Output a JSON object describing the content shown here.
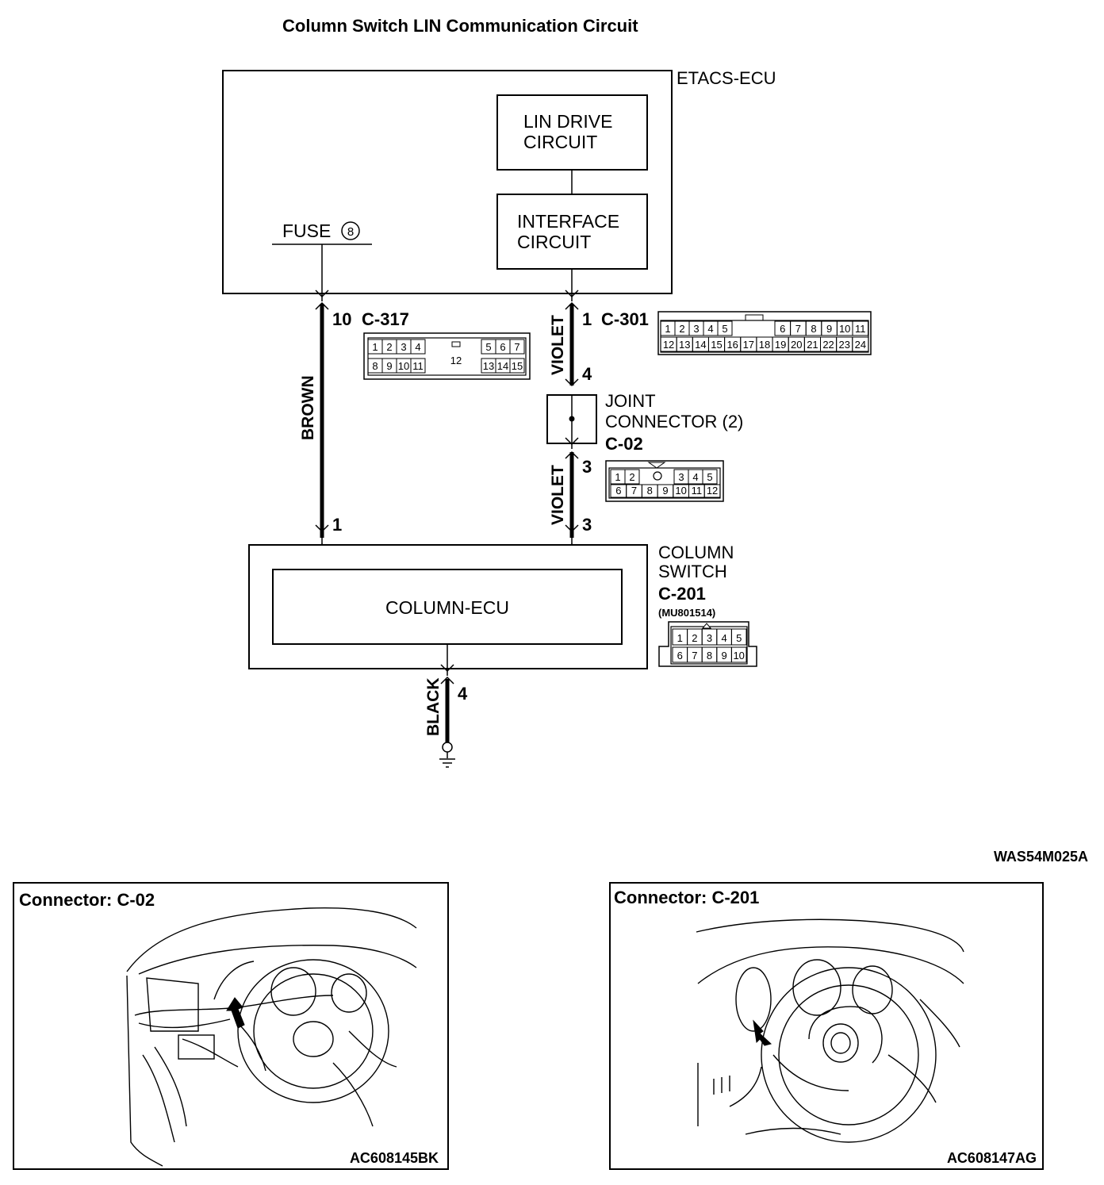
{
  "title": "Column Switch LIN Communication Circuit",
  "ecu": {
    "name": "ETACS-ECU",
    "lin_drive": [
      "LIN DRIVE",
      "CIRCUIT"
    ],
    "interface": [
      "INTERFACE",
      "CIRCUIT"
    ],
    "fuse_label": "FUSE",
    "fuse_number": "8"
  },
  "wires": {
    "brown": "BROWN",
    "violet_upper": "VIOLET",
    "violet_lower": "VIOLET",
    "black": "BLACK"
  },
  "pins": {
    "c317_pin": "10",
    "c301_pin": "1",
    "joint_in": "4",
    "joint_out": "3",
    "switch_violet": "3",
    "switch_brown": "1",
    "ground": "4"
  },
  "connectors": {
    "c317": {
      "id": "C-317",
      "top_left": [
        "1",
        "2",
        "3",
        "4"
      ],
      "top_right": [
        "5",
        "6",
        "7"
      ],
      "bottom_left": [
        "8",
        "9",
        "10",
        "11"
      ],
      "bottom_right": [
        "13",
        "14",
        "15"
      ],
      "center": "12"
    },
    "c301": {
      "id": "C-301",
      "top_left": [
        "1",
        "2",
        "3",
        "4",
        "5"
      ],
      "top_right": [
        "6",
        "7",
        "8",
        "9",
        "10",
        "11"
      ],
      "bottom": [
        "12",
        "13",
        "14",
        "15",
        "16",
        "17",
        "18",
        "19",
        "20",
        "21",
        "22",
        "23",
        "24"
      ]
    },
    "joint": {
      "label": [
        "JOINT",
        "CONNECTOR (2)"
      ],
      "id": "C-02",
      "top_left": [
        "1",
        "2"
      ],
      "top_right": [
        "3",
        "4",
        "5"
      ],
      "bottom": [
        "6",
        "7",
        "8",
        "9",
        "10",
        "11",
        "12"
      ]
    },
    "switch": {
      "label": [
        "COLUMN",
        "SWITCH"
      ],
      "id": "C-201",
      "part_number": "(MU801514)",
      "top": [
        "1",
        "2",
        "3",
        "4",
        "5"
      ],
      "bottom": [
        "6",
        "7",
        "8",
        "9",
        "10"
      ]
    }
  },
  "column_ecu": "COLUMN-ECU",
  "diagram_code": "WAS54M025A",
  "locators": [
    {
      "title": "Connector: C-02",
      "code": "AC608145BK"
    },
    {
      "title": "Connector: C-201",
      "code": "AC608147AG"
    }
  ]
}
